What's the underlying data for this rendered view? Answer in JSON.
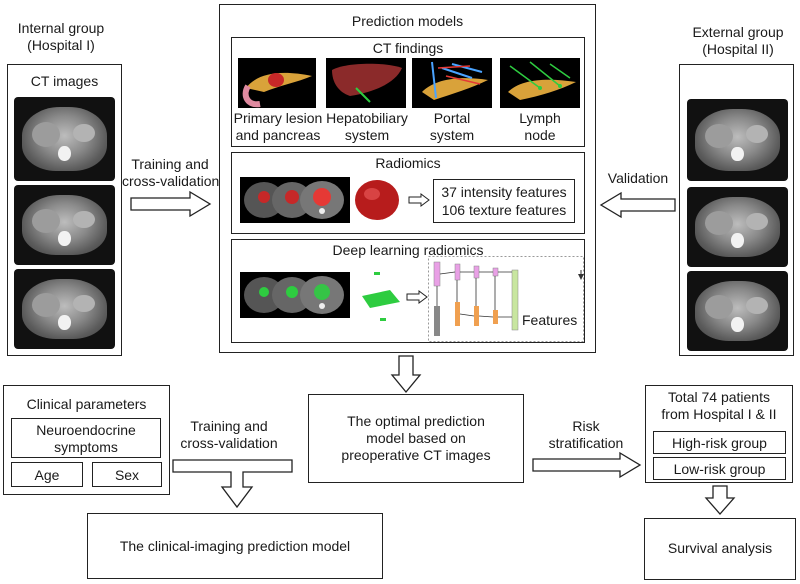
{
  "internal": {
    "title_line1": "Internal group",
    "title_line2": "(Hospital I)",
    "panel_title": "CT images"
  },
  "external": {
    "title_line1": "External group",
    "title_line2": "(Hospital II)"
  },
  "arrows": {
    "training_line1": "Training and",
    "training_line2": "cross-validation",
    "validation": "Validation",
    "training2_line1": "Training and",
    "training2_line2": "cross-validation",
    "risk_line1": "Risk",
    "risk_line2": "stratification"
  },
  "prediction": {
    "title": "Prediction models",
    "ct_findings": {
      "title": "CT findings",
      "items": [
        {
          "line1": "Primary lesion",
          "line2": "and pancreas"
        },
        {
          "line1": "Hepatobiliary",
          "line2": "system"
        },
        {
          "line1": "Portal",
          "line2": "system"
        },
        {
          "line1": "Lymph",
          "line2": "node"
        }
      ]
    },
    "radiomics": {
      "title": "Radiomics",
      "feature_line1": "37 intensity features",
      "feature_line2": "106 texture features"
    },
    "deep": {
      "title": "Deep learning radiomics",
      "features_label": "Features"
    }
  },
  "clinical": {
    "title": "Clinical parameters",
    "neuro_line1": "Neuroendocrine",
    "neuro_line2": "symptoms",
    "age": "Age",
    "sex": "Sex"
  },
  "optimal": {
    "line1": "The optimal prediction",
    "line2": "model based on",
    "line3": "preoperative CT images"
  },
  "clinical_imaging": "The clinical-imaging prediction model",
  "patients": {
    "line1": "Total 74 patients",
    "line2": "from Hospital I & II",
    "high": "High-risk group",
    "low": "Low-risk group"
  },
  "survival": "Survival analysis",
  "colors": {
    "liver": "#8b2a2a",
    "pancreas": "#d9a23a",
    "tumor_red": "#c62828",
    "dl_green": "#2ecc40",
    "dl_pink": "#e9a0e6",
    "dl_orange": "#f0a050",
    "dl_lightgreen": "#c8e6a0"
  }
}
